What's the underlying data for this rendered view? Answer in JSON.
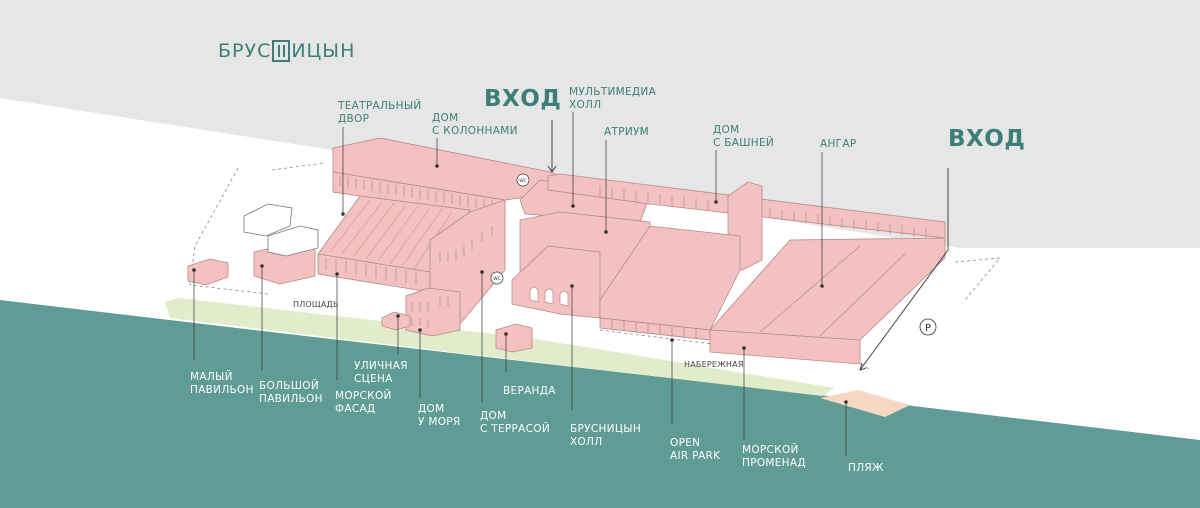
{
  "brand": {
    "left": "БРУС",
    "right": "ИЦЫН"
  },
  "entrances": {
    "left": "ВХОД",
    "right": "ВХОД"
  },
  "labels": {
    "theatre_yard": "ТЕАТРАЛЬНЫЙ\nДВОР",
    "column_house": "ДОМ\nС КОЛОННАМИ",
    "multimedia_hall": "МУЛЬТИМЕДИА\nХОЛЛ",
    "atrium": "АТРИУМ",
    "tower_house": "ДОМ\nС БАШНЕЙ",
    "hangar": "АНГАР",
    "small_pavilion": "МАЛЫЙ\nПАВИЛЬОН",
    "big_pavilion": "БОЛЬШОЙ\nПАВИЛЬОН",
    "street_stage": "УЛИЧНАЯ\nСЦЕНА",
    "sea_facade": "МОРСКОЙ\nФАСАД",
    "sea_house": "ДОМ\nУ МОРЯ",
    "terrace_house": "ДОМ\nС ТЕРРАСОЙ",
    "veranda": "ВЕРАНДА",
    "brusnitsyn_hall": "БРУСНИЦЫН\nХОЛЛ",
    "open_air_park": "OPEN\nAIR PARK",
    "sea_promenade": "МОРСКОЙ\nПРОМЕНАД",
    "beach": "ПЛЯЖ",
    "square": "ПЛОЩАДЬ",
    "embankment": "НАБЕРЕЖНАЯ"
  },
  "icons": {
    "parking": "P",
    "wc": "WC"
  },
  "colors": {
    "sky": "#e6e6e6",
    "sea": "#5f9c95",
    "building": "#f3c2c0",
    "building_stroke": "#b78986",
    "park": "#e3ecca",
    "beach": "#f6d7c3",
    "accent": "#3c7f79"
  }
}
